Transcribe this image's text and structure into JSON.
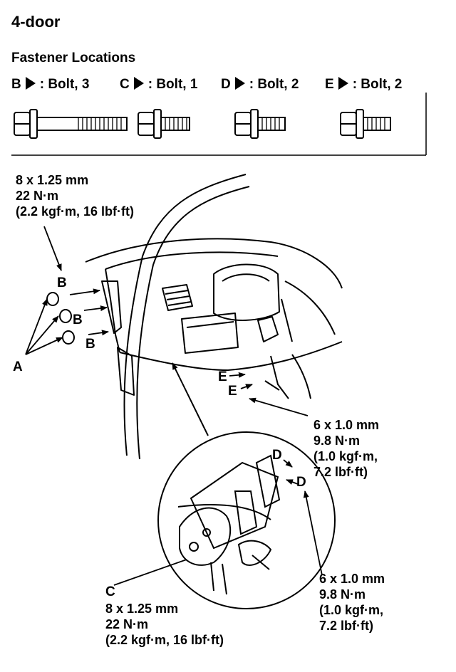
{
  "title": "4-door",
  "fastener_heading": "Fastener Locations",
  "fasteners": [
    {
      "letter": "B",
      "desc": ": Bolt, 3"
    },
    {
      "letter": "C",
      "desc": ": Bolt, 1"
    },
    {
      "letter": "D",
      "desc": ": Bolt, 2"
    },
    {
      "letter": "E",
      "desc": ": Bolt, 2"
    }
  ],
  "torque_a": [
    "8 x 1.25 mm",
    "22 N·m",
    "(2.2 kgf·m, 16 lbf·ft)"
  ],
  "torque_e": [
    "6 x 1.0 mm",
    "9.8 N·m",
    "(1.0 kgf·m,",
    "7.2 lbf·ft)"
  ],
  "torque_d": [
    "6 x 1.0 mm",
    "9.8 N·m",
    "(1.0 kgf·m,",
    "7.2 lbf·ft)"
  ],
  "torque_c": [
    "8 x 1.25 mm",
    "22 N·m",
    "(2.2 kgf·m, 16 lbf·ft)"
  ],
  "callouts": {
    "a": "A",
    "b1": "B",
    "b2": "B",
    "b3": "B",
    "c": "C",
    "d1": "D",
    "d2": "D",
    "e1": "E",
    "e2": "E"
  }
}
